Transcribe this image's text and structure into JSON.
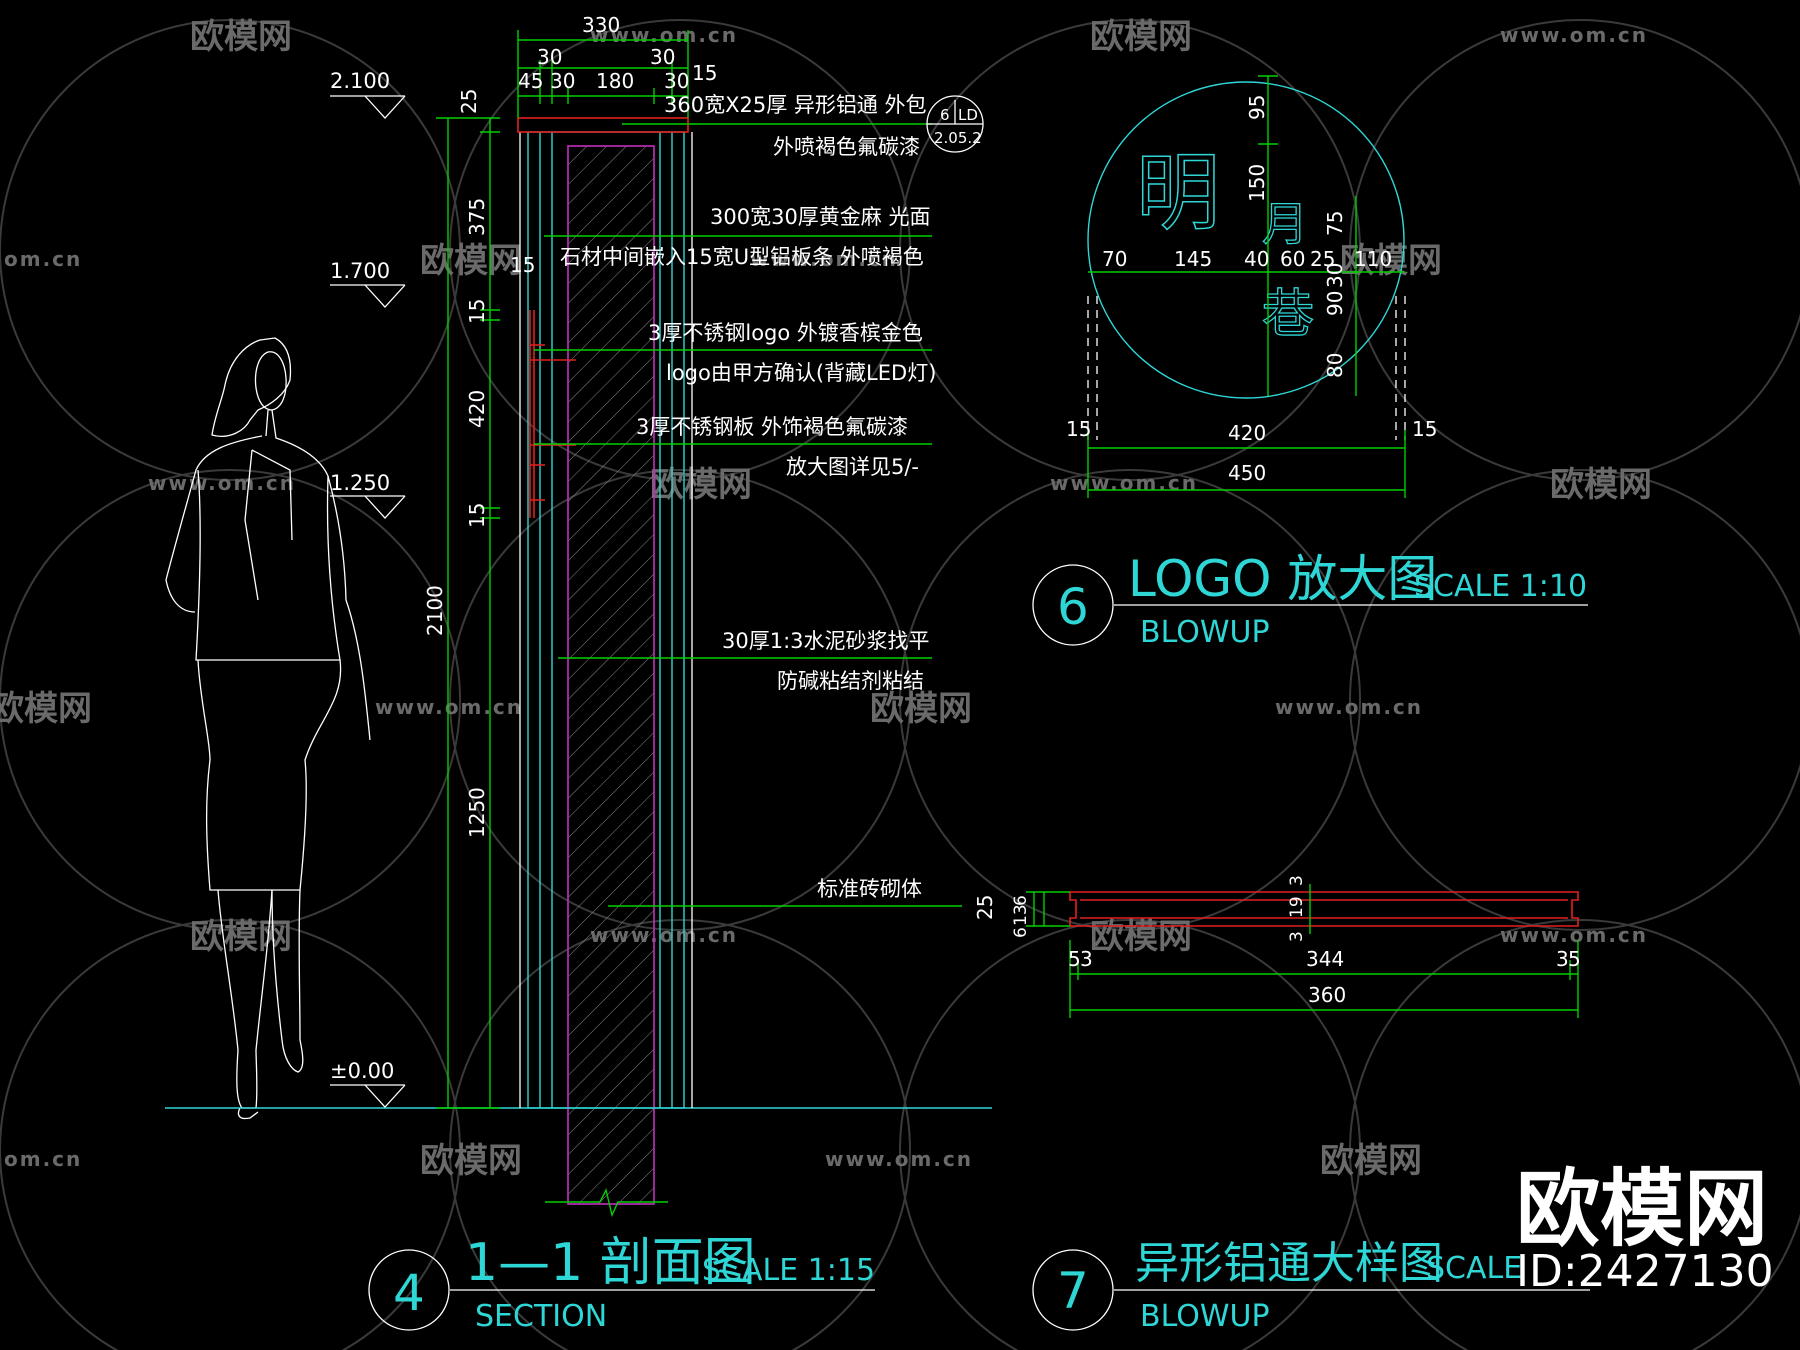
{
  "watermark": {
    "brand": "欧模网",
    "url": "www.om.cn",
    "url_short": "om.cn",
    "id": "ID:2427130"
  },
  "levels": {
    "top": "2.100",
    "l1700": "1.700",
    "l1250": "1.250",
    "ground": "±0.00"
  },
  "section": {
    "top_dims": {
      "overall": "330",
      "d30a": "30",
      "d30b": "30",
      "d45": "45",
      "d30c": "30",
      "d180": "180",
      "d30d": "30",
      "d15": "15"
    },
    "left_dims": {
      "d25": "25",
      "d375": "375",
      "d15a": "15",
      "d420": "420",
      "d15b": "15",
      "d2100": "2100",
      "d1250": "1250"
    },
    "side_dim_15": "15",
    "notes": [
      "360宽X25厚 异形铝通 外包",
      "外喷褐色氟碳漆",
      "300宽30厚黄金麻 光面",
      "石材中间嵌入15宽U型铝板条 外喷褐色",
      "3厚不锈钢logo 外镀香槟金色",
      "logo由甲方确认(背藏LED灯)",
      "3厚不锈钢板   外饰褐色氟碳漆",
      "放大图详见5/-",
      "30厚1:3水泥砂浆找平",
      "防碱粘结剂粘结",
      "标准砖砌体"
    ],
    "detail_ref": {
      "top_left": "6",
      "top_right": "LD",
      "bottom": "2.05.2"
    },
    "title": {
      "number": "4",
      "main": "1—1 剖面图",
      "scale": "SCALE 1:15",
      "sub": "SECTION"
    }
  },
  "logo_detail": {
    "glyphs": [
      "明",
      "月",
      "巷"
    ],
    "dims": {
      "d95": "95",
      "d150": "150",
      "d75": "75",
      "d90": "90",
      "d30": "30",
      "d80": "80",
      "d70": "70",
      "d145": "145",
      "d40": "40",
      "d60": "60",
      "d25": "25",
      "d110": "110",
      "d15l": "15",
      "d420": "420",
      "d15r": "15",
      "d450": "450"
    },
    "title": {
      "number": "6",
      "main": "LOGO 放大图",
      "scale": "SCALE 1:10",
      "sub": "BLOWUP"
    }
  },
  "profile_detail": {
    "dims": {
      "d25": "25",
      "d6": "6",
      "d13": "13",
      "d6b": "6",
      "d3a": "3",
      "d19": "19",
      "d3b": "3",
      "d5a": "5",
      "d3c": "3",
      "d344": "344",
      "d3d": "3",
      "d5b": "5",
      "d360": "360"
    },
    "title": {
      "number": "7",
      "main": "异形铝通大样图",
      "scale": "SCALE",
      "sub": "BLOWUP"
    }
  },
  "colors": {
    "background": "#000000",
    "dimension": "#00d000",
    "outline": "#2fd6d6",
    "steel": "#e02020",
    "finish": "#c030c0",
    "figure": "#ffffff"
  }
}
